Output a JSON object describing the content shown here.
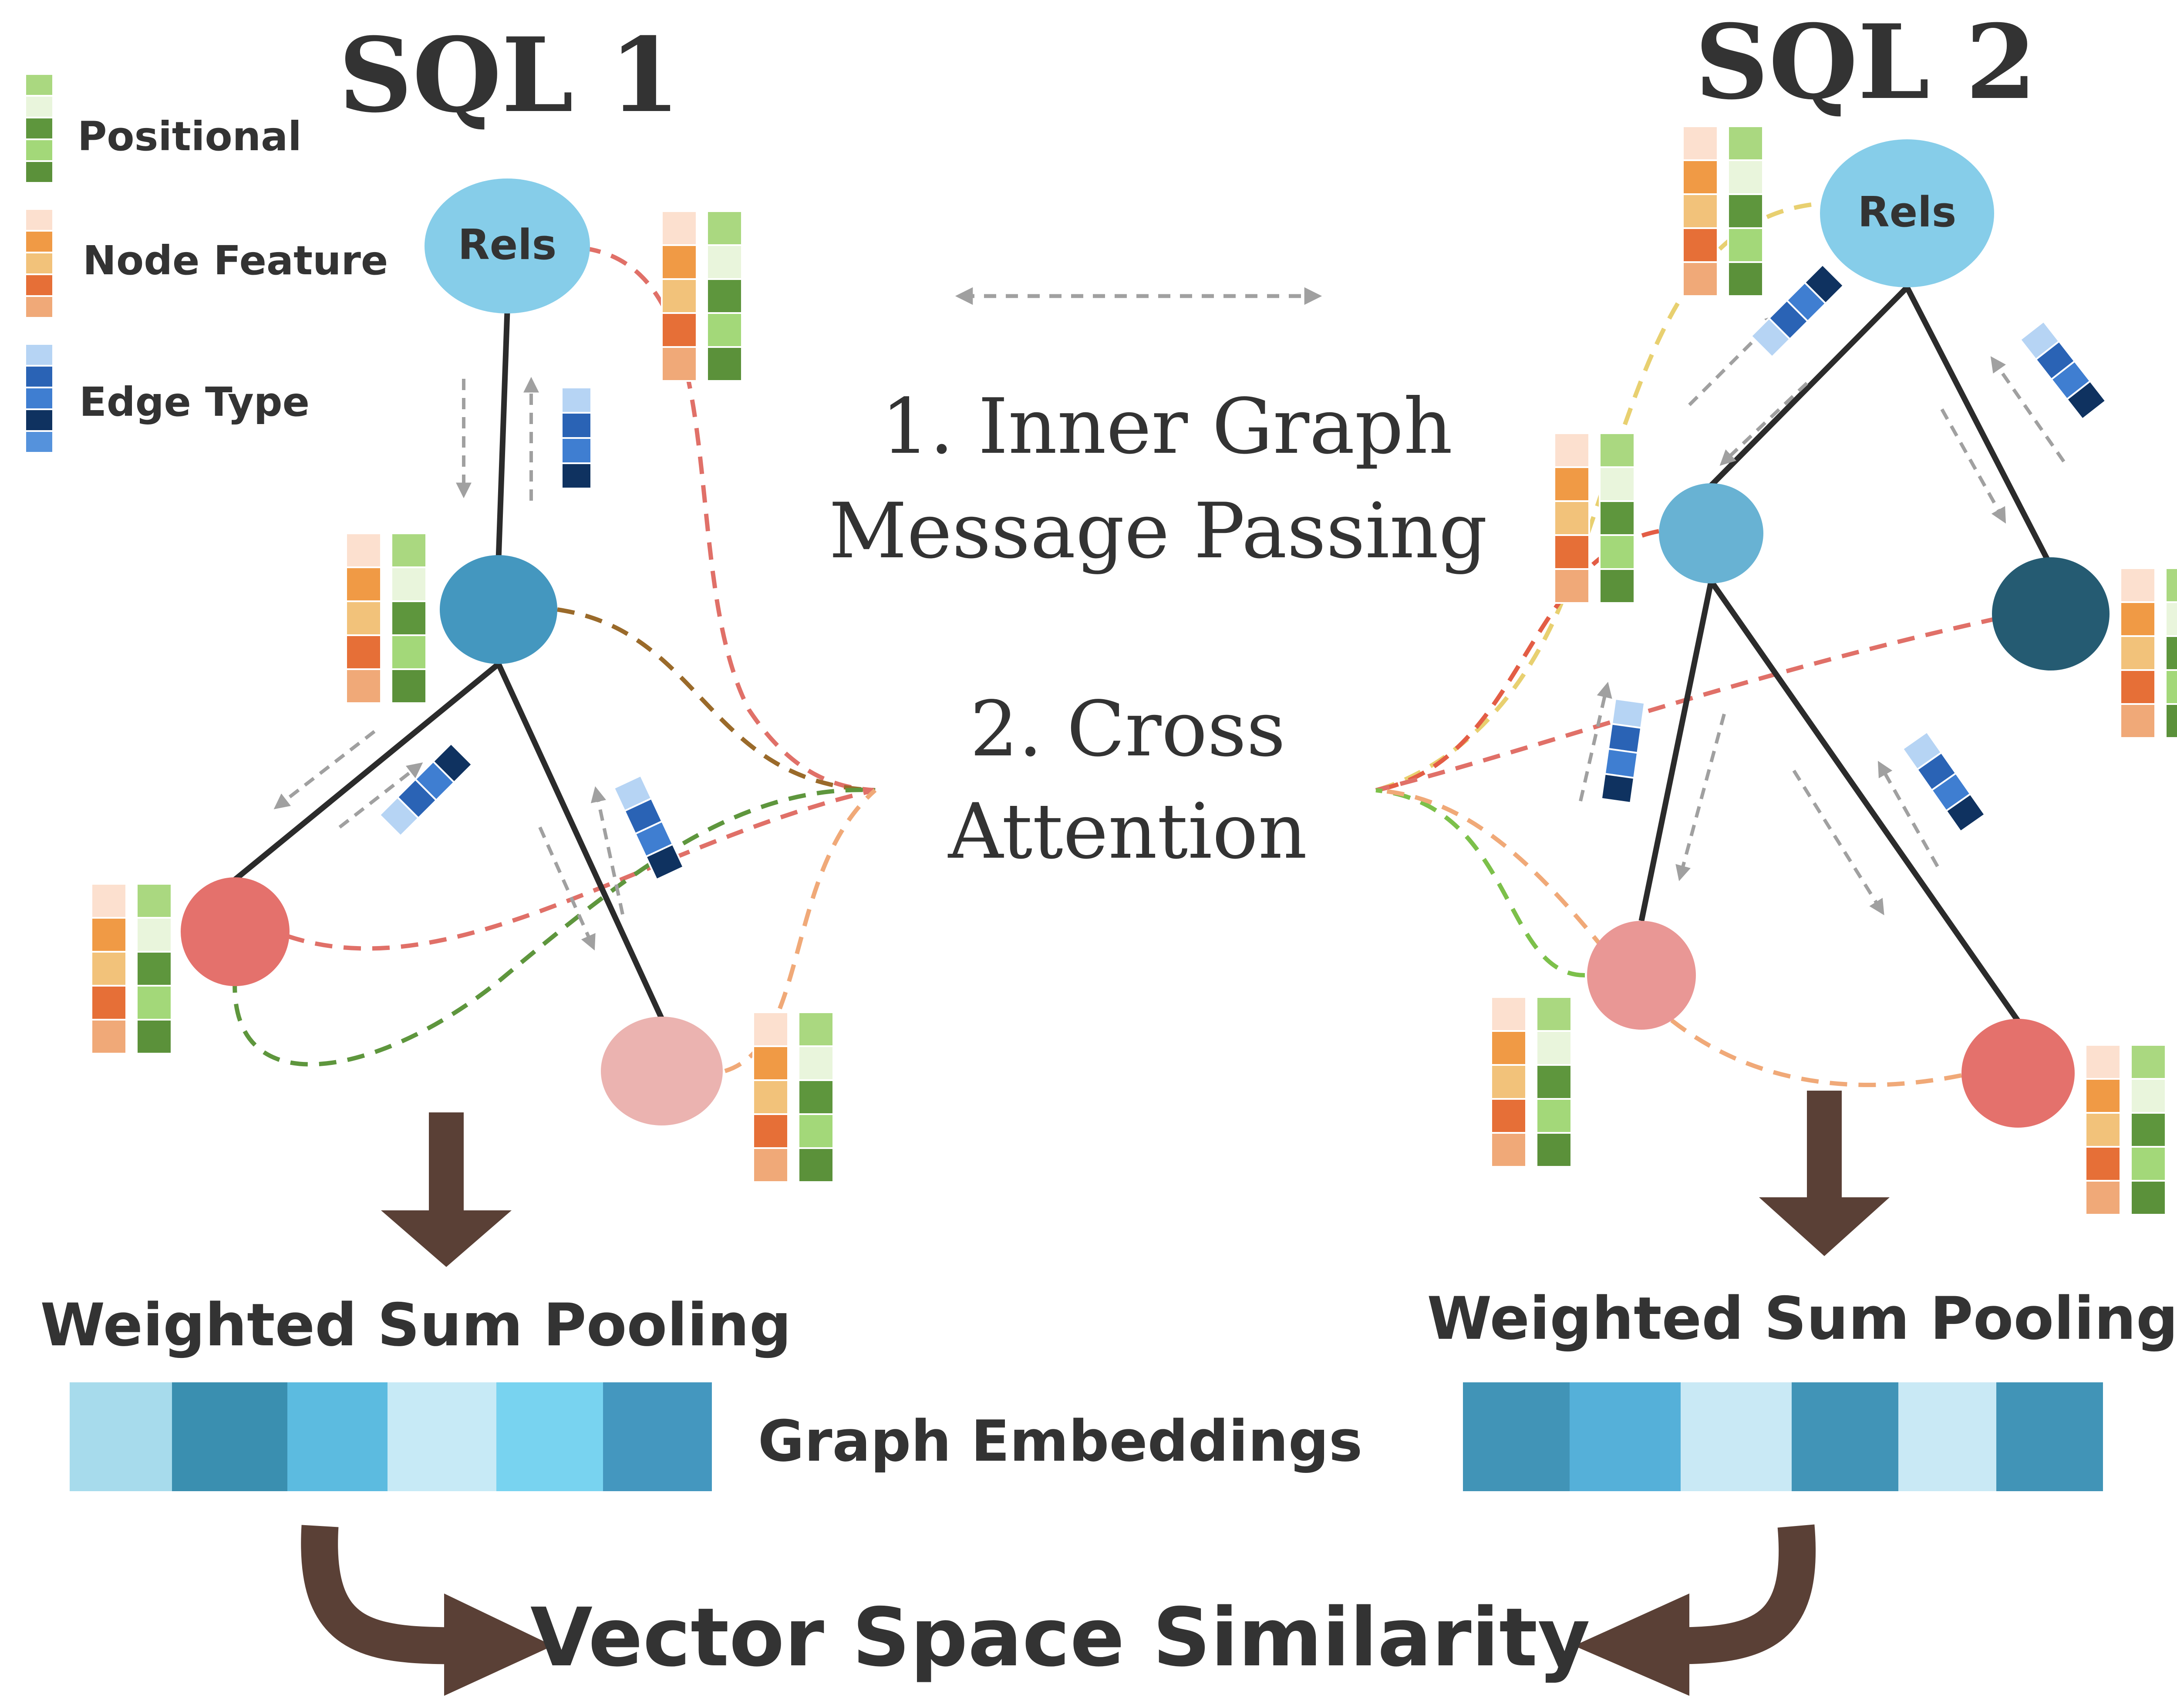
{
  "graph1_title": "SQL 1",
  "graph2_title": "SQL 2",
  "legend": {
    "positional": "Positional",
    "node_feature": "Node Feature",
    "edge_type": "Edge Type"
  },
  "steps": {
    "step1_line1": "1. Inner Graph",
    "step1_line2": "Message Passing",
    "step2_line1": "2. Cross",
    "step2_line2": "Attention"
  },
  "root_node_label": "Rels",
  "pooling_label_left": "Weighted Sum Pooling",
  "pooling_label_right": "Weighted Sum Pooling",
  "embeddings_label": "Graph Embeddings",
  "similarity_label": "Vector Space Similarity",
  "colors": {
    "tree_edge": "#2b2b2b",
    "brown_arrow": "#5a4036",
    "dashed_gray": "#a0a0a0",
    "node_light_blue": "#86cde9",
    "node_mid_blue": "#4497bf",
    "node_dark_blue": "#255b72",
    "node_red": "#e4716c",
    "node_pink": "#ebb3b0",
    "feature_oranges": [
      "#fce0cf",
      "#f09a45",
      "#f2c27a",
      "#e66f37",
      "#f0a978"
    ],
    "positional_greens": [
      "#aad880",
      "#e9f5dc",
      "#5e963d",
      "#a3d879",
      "#5b913a"
    ],
    "edge_blues": [
      "#b6d4f4",
      "#2a63b5",
      "#3f7ed1",
      "#0f3260",
      "#5592dc"
    ],
    "embedding_left": [
      "#a7dbec",
      "#3a8fb0",
      "#5cbbe0",
      "#c7eaf6",
      "#78d3f0",
      "#4497bf"
    ],
    "embedding_right": [
      "#4194b7",
      "#55b0d9",
      "#c9e9f5",
      "#4194b7",
      "#c9e9f5",
      "#4194b7"
    ]
  }
}
